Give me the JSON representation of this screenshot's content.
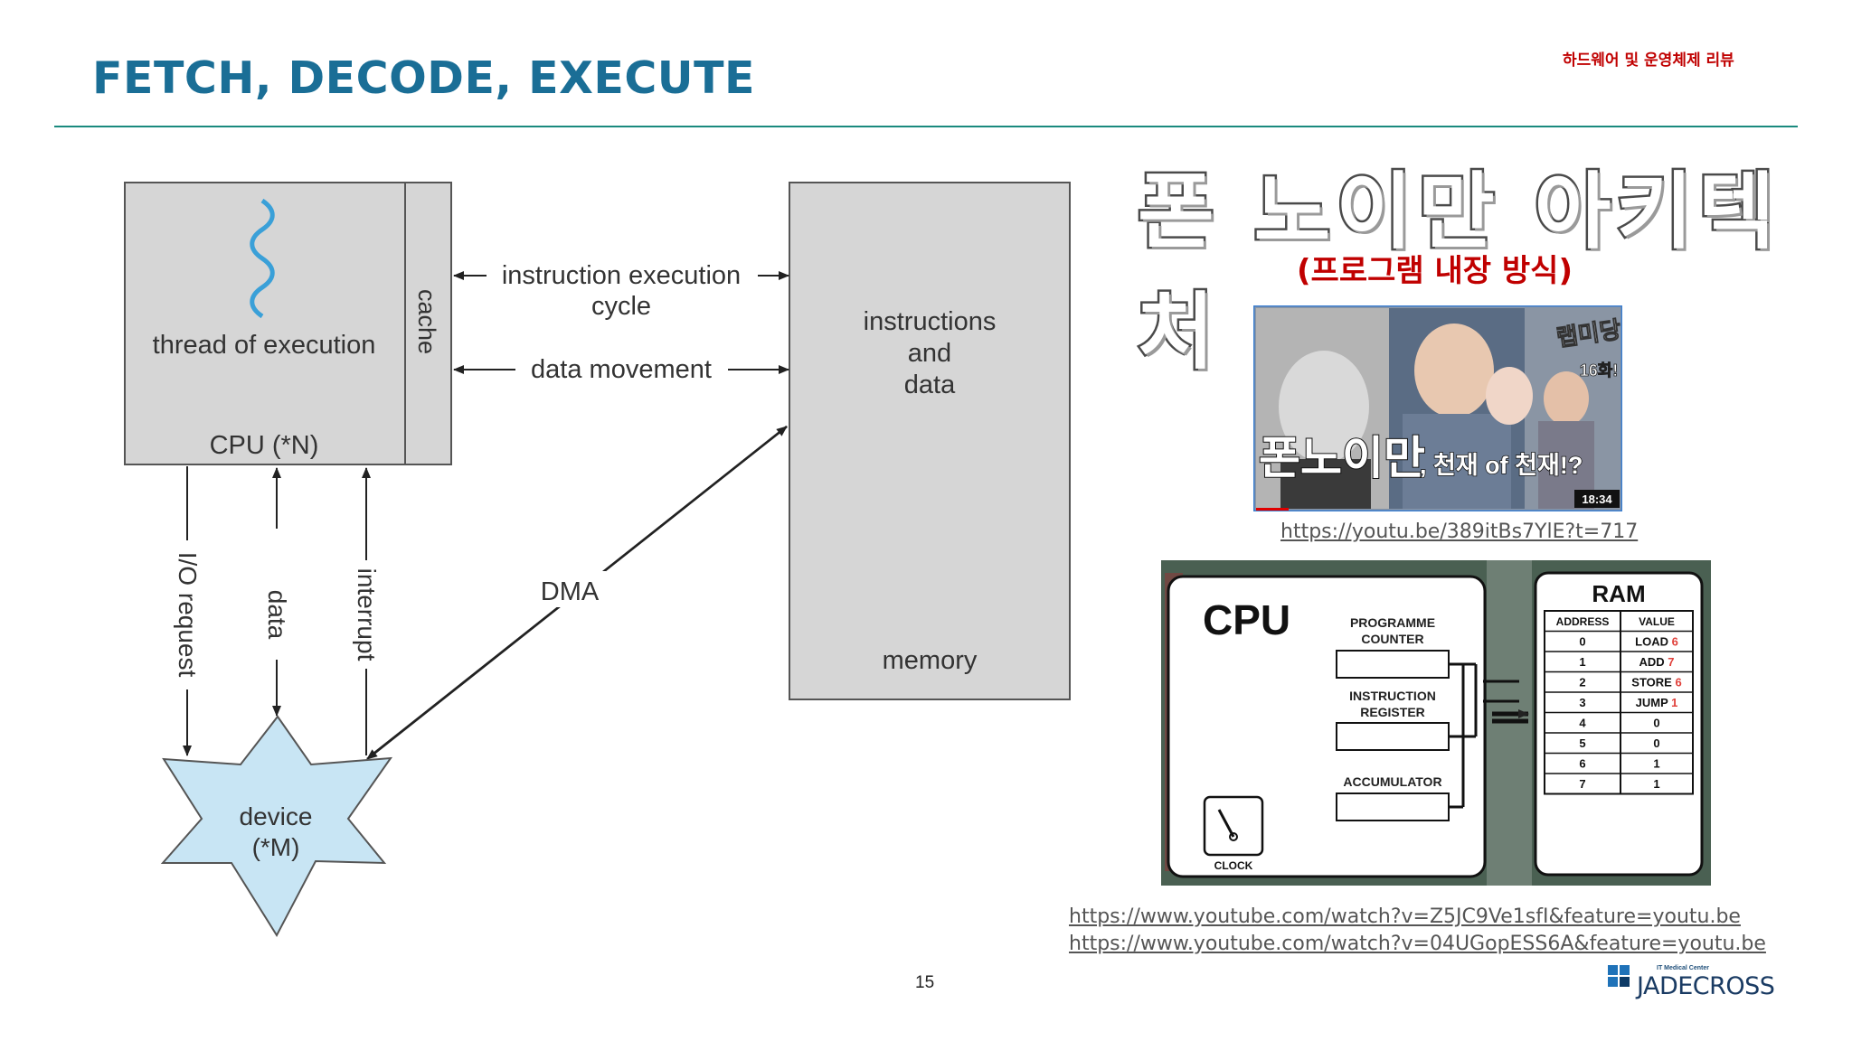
{
  "slide": {
    "title": "FETCH, DECODE, EXECUTE",
    "tagline": "하드웨어 및 운영체제 리뷰",
    "headline": "폰 노이만 아키텍처",
    "subheadline": "(프로그램 내장 방식)",
    "page_number": "15",
    "logo": {
      "small": "IT Medical Center",
      "name": "JADECROSS"
    }
  },
  "diagram": {
    "thread_label": "thread of execution",
    "cache_label": "cache",
    "cpu_label": "CPU (*N)",
    "memory_top": [
      "instructions",
      "and",
      "data"
    ],
    "memory_label": "memory",
    "instruction_cycle": [
      "instruction execution",
      "cycle"
    ],
    "data_movement": "data movement",
    "io_request": "I/O request",
    "data": "data",
    "interrupt": "interrupt",
    "dma": "DMA",
    "device": [
      "device",
      "(*M)"
    ]
  },
  "video_thumbnail": {
    "headline_a": "폰노이만",
    "headline_b": ", 천재 of 천재!?",
    "series": "랩미당",
    "episode": "16화!",
    "duration": "18:34",
    "link": "https://youtu.be/389itBs7YlE?t=717"
  },
  "cpu_ram_figure": {
    "cpu_title": "CPU",
    "registers": [
      "PROGRAMME COUNTER",
      "INSTRUCTION REGISTER",
      "ACCUMULATOR"
    ],
    "clock": "CLOCK",
    "ram_title": "RAM",
    "ram_headers": [
      "ADDRESS",
      "VALUE"
    ],
    "ram_rows": [
      {
        "address": "0",
        "op": "LOAD",
        "arg": "6"
      },
      {
        "address": "1",
        "op": "ADD",
        "arg": "7"
      },
      {
        "address": "2",
        "op": "STORE",
        "arg": "6"
      },
      {
        "address": "3",
        "op": "JUMP",
        "arg": "1"
      },
      {
        "address": "4",
        "op": "0",
        "arg": ""
      },
      {
        "address": "5",
        "op": "0",
        "arg": ""
      },
      {
        "address": "6",
        "op": "1",
        "arg": ""
      },
      {
        "address": "7",
        "op": "1",
        "arg": ""
      }
    ],
    "accent": "#e0403a"
  },
  "links": [
    "https://www.youtube.com/watch?v=Z5JC9Ve1sfI&feature=youtu.be",
    "https://www.youtube.com/watch?v=04UGopESS6A&feature=youtu.be"
  ]
}
